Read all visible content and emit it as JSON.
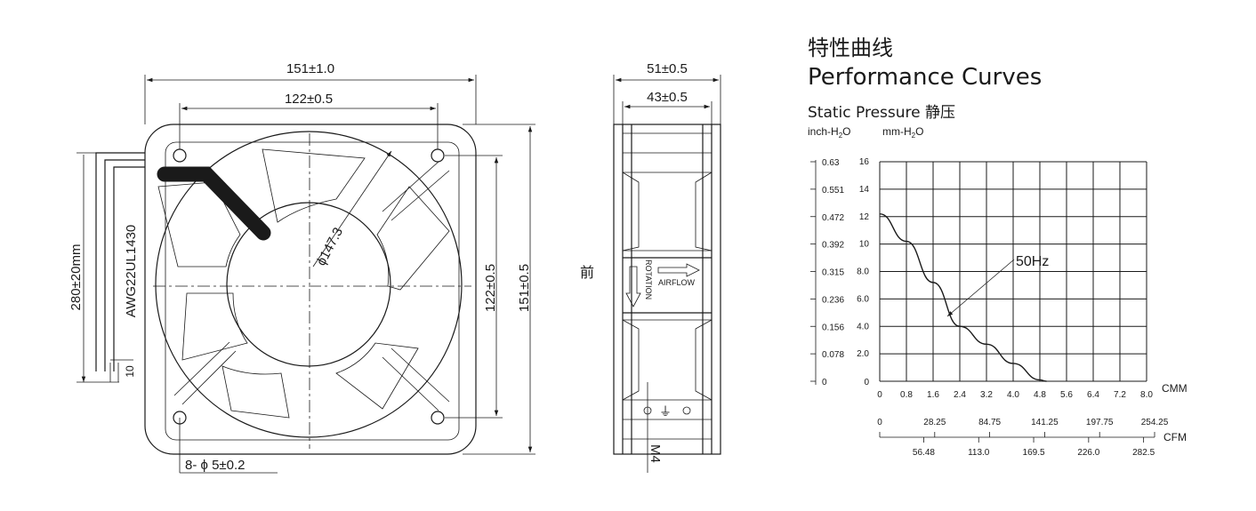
{
  "front_view": {
    "overall_width": "151±1.0",
    "hole_spacing_horizontal": "122±0.5",
    "hole_spacing_vertical": "122±0.5",
    "overall_height": "151±0.5",
    "impeller_diameter": "ϕ147.3",
    "mounting_holes": "8- ϕ 5±0.2",
    "lead_length": "280±20mm",
    "lead_wire": "AWG22UL1430",
    "strip_length": "10"
  },
  "side_view": {
    "frame_depth": "51±0.5",
    "inner_depth": "43±0.5",
    "front_label": "前",
    "rotation_label": "ROTATION",
    "airflow_label": "AIRFLOW",
    "ground_symbol": "⏚",
    "screw": "M4"
  },
  "chart": {
    "title_cn": "特性曲线",
    "title_en": "Performance Curves",
    "subtitle": "Static Pressure 静压",
    "unit_inch_prefix": "inch-H",
    "unit_mm_prefix": "mm-H",
    "unit_sub": "2",
    "unit_suffix": "O",
    "x_unit_cmm": "CMM",
    "x_unit_cfm": "CFM",
    "curve_label": "50Hz"
  },
  "chart_data": {
    "type": "line",
    "x": [
      0,
      0.8,
      1.6,
      2.4,
      3.2,
      4.0,
      4.8,
      5.0
    ],
    "series": [
      {
        "name": "50Hz",
        "values": [
          12.2,
          10.2,
          7.2,
          4.0,
          2.7,
          1.3,
          0.1,
          0
        ]
      }
    ],
    "xlim": [
      0,
      8.0
    ],
    "ylim": [
      0,
      16
    ],
    "x_ticks_cmm": [
      "0",
      "0.8",
      "1.6",
      "2.4",
      "3.2",
      "4.0",
      "4.8",
      "5.6",
      "6.4",
      "7.2",
      "8.0"
    ],
    "x_ticks_cfm_top": [
      "0",
      "28.25",
      "84.75",
      "141.25",
      "197.75",
      "254.25"
    ],
    "x_ticks_cfm_bottom": [
      "56.48",
      "113.0",
      "169.5",
      "226.0",
      "282.5"
    ],
    "y_ticks_mm": [
      "0",
      "2.0",
      "4.0",
      "6.0",
      "8.0",
      "10",
      "12",
      "14",
      "16"
    ],
    "y_ticks_inch": [
      "0",
      "0.078",
      "0.156",
      "0.236",
      "0.315",
      "0.392",
      "0.472",
      "0.551",
      "0.63"
    ],
    "grid": true
  }
}
